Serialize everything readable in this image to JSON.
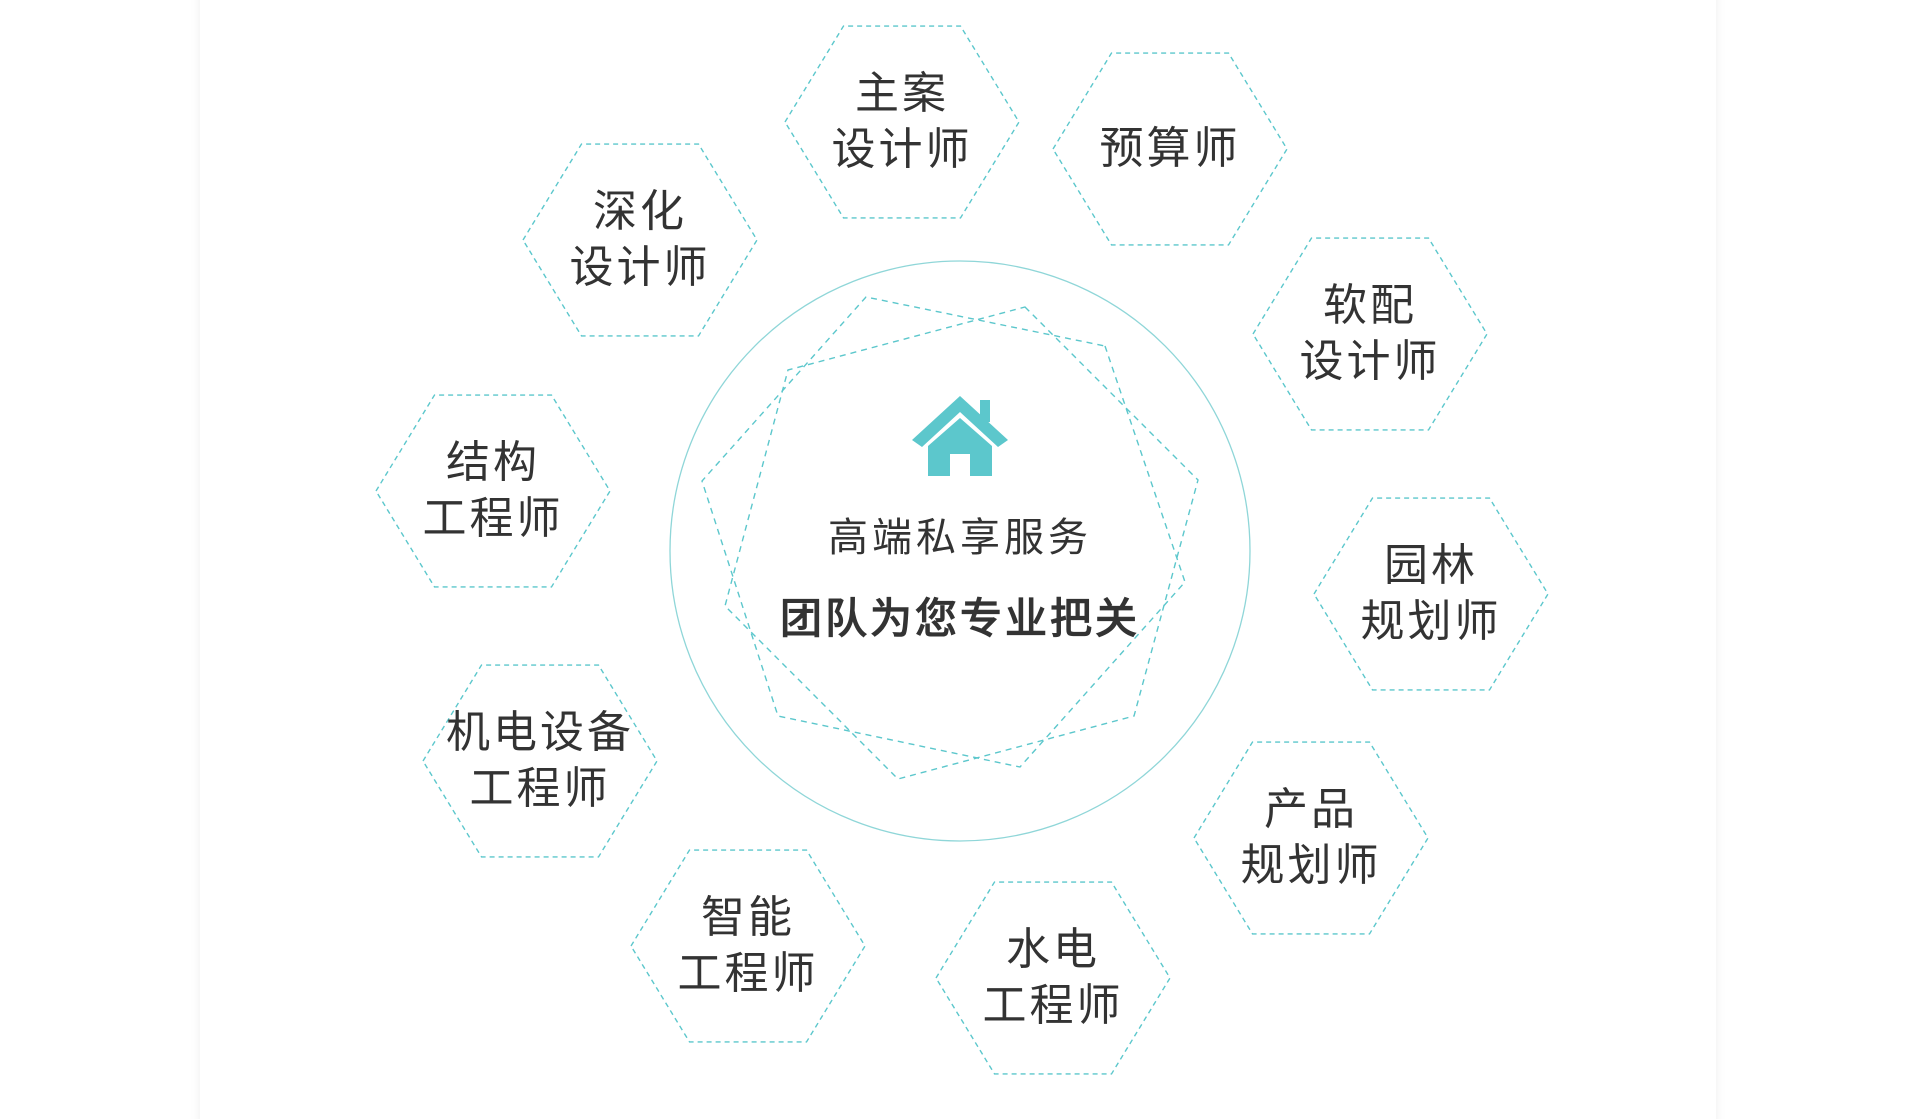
{
  "center": {
    "subtitle": "高端私享服务",
    "title": "团队为您专业把关",
    "icon": "house-icon"
  },
  "roles": [
    {
      "id": "chief-designer",
      "lines": [
        "主案",
        "设计师"
      ]
    },
    {
      "id": "budget-estimator",
      "lines": [
        "预算师"
      ]
    },
    {
      "id": "soft-decor-designer",
      "lines": [
        "软配",
        "设计师"
      ]
    },
    {
      "id": "landscape-planner",
      "lines": [
        "园林",
        "规划师"
      ]
    },
    {
      "id": "product-planner",
      "lines": [
        "产品",
        "规划师"
      ]
    },
    {
      "id": "plumbing-electrical-engineer",
      "lines": [
        "水电",
        "工程师"
      ]
    },
    {
      "id": "smart-home-engineer",
      "lines": [
        "智能",
        "工程师"
      ]
    },
    {
      "id": "mep-engineer",
      "lines": [
        "机电设备",
        "工程师"
      ]
    },
    {
      "id": "structural-engineer",
      "lines": [
        "结构",
        "工程师"
      ]
    },
    {
      "id": "detail-designer",
      "lines": [
        "深化",
        "设计师"
      ]
    }
  ],
  "colors": {
    "accent": "#5cc7cc",
    "ring": "#8fd6d8",
    "text": "#333333"
  }
}
